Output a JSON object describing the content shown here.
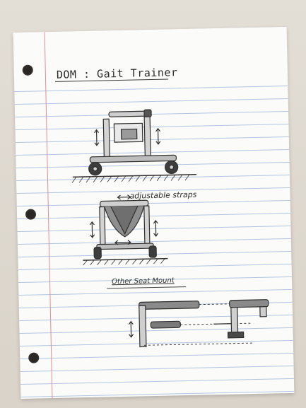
{
  "page": {
    "title": "DOM : Gait Trainer",
    "annotation_straps": "adjustable straps",
    "section_label": "Other Seat Mount"
  },
  "colors": {
    "background": "#ddd8cf",
    "paper": "#fbfbfa",
    "rule_lines": "#a9bfe0",
    "margin_line": "#e58b9a",
    "ink": "#2b2b2b"
  },
  "drawings": [
    {
      "name": "side-view-gait-trainer"
    },
    {
      "name": "front-view-gait-trainer"
    },
    {
      "name": "seat-mount-detail"
    }
  ]
}
